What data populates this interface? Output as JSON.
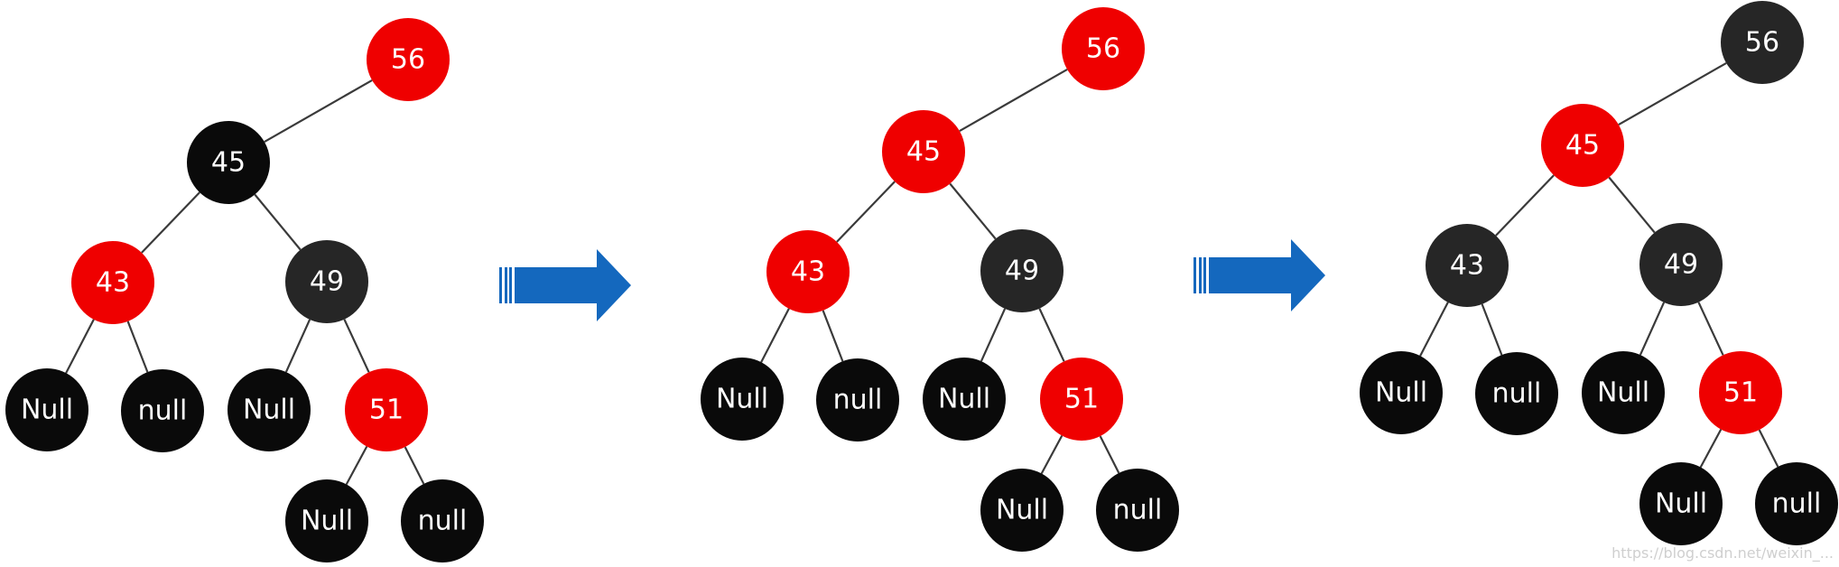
{
  "colors": {
    "red": "#ef0000",
    "black": "#0a0a0a",
    "dark": "#262626",
    "edge": "#3a3a3a",
    "arrow": "#1468be"
  },
  "diagram": {
    "trees": [
      {
        "nodes": [
          {
            "id": "n56",
            "label": "56",
            "color": "red"
          },
          {
            "id": "n45",
            "label": "45",
            "color": "black"
          },
          {
            "id": "n43",
            "label": "43",
            "color": "red"
          },
          {
            "id": "n49",
            "label": "49",
            "color": "dark"
          },
          {
            "id": "nA",
            "label": "Null",
            "color": "black"
          },
          {
            "id": "nB",
            "label": "null",
            "color": "black"
          },
          {
            "id": "nC",
            "label": "Null",
            "color": "black"
          },
          {
            "id": "n51",
            "label": "51",
            "color": "red"
          },
          {
            "id": "nD",
            "label": "Null",
            "color": "black"
          },
          {
            "id": "nE",
            "label": "null",
            "color": "black"
          }
        ]
      },
      {
        "nodes": [
          {
            "id": "n56",
            "label": "56",
            "color": "red"
          },
          {
            "id": "n45",
            "label": "45",
            "color": "red"
          },
          {
            "id": "n43",
            "label": "43",
            "color": "red"
          },
          {
            "id": "n49",
            "label": "49",
            "color": "dark"
          },
          {
            "id": "nA",
            "label": "Null",
            "color": "black"
          },
          {
            "id": "nB",
            "label": "null",
            "color": "black"
          },
          {
            "id": "nC",
            "label": "Null",
            "color": "black"
          },
          {
            "id": "n51",
            "label": "51",
            "color": "red"
          },
          {
            "id": "nD",
            "label": "Null",
            "color": "black"
          },
          {
            "id": "nE",
            "label": "null",
            "color": "black"
          }
        ]
      },
      {
        "nodes": [
          {
            "id": "n56",
            "label": "56",
            "color": "dark"
          },
          {
            "id": "n45",
            "label": "45",
            "color": "red"
          },
          {
            "id": "n43",
            "label": "43",
            "color": "dark"
          },
          {
            "id": "n49",
            "label": "49",
            "color": "dark"
          },
          {
            "id": "nA",
            "label": "Null",
            "color": "black"
          },
          {
            "id": "nB",
            "label": "null",
            "color": "black"
          },
          {
            "id": "nC",
            "label": "Null",
            "color": "black"
          },
          {
            "id": "n51",
            "label": "51",
            "color": "red"
          },
          {
            "id": "nD",
            "label": "Null",
            "color": "black"
          },
          {
            "id": "nE",
            "label": "null",
            "color": "black"
          }
        ]
      }
    ],
    "edges": [
      [
        "n56",
        "n45"
      ],
      [
        "n45",
        "n43"
      ],
      [
        "n45",
        "n49"
      ],
      [
        "n43",
        "nA"
      ],
      [
        "n43",
        "nB"
      ],
      [
        "n49",
        "nC"
      ],
      [
        "n49",
        "n51"
      ],
      [
        "n51",
        "nD"
      ],
      [
        "n51",
        "nE"
      ]
    ],
    "arrows": [
      {
        "icon": "right-arrow-icon"
      },
      {
        "icon": "right-arrow-icon"
      }
    ]
  },
  "watermark": "https://blog.csdn.net/weixin_..."
}
